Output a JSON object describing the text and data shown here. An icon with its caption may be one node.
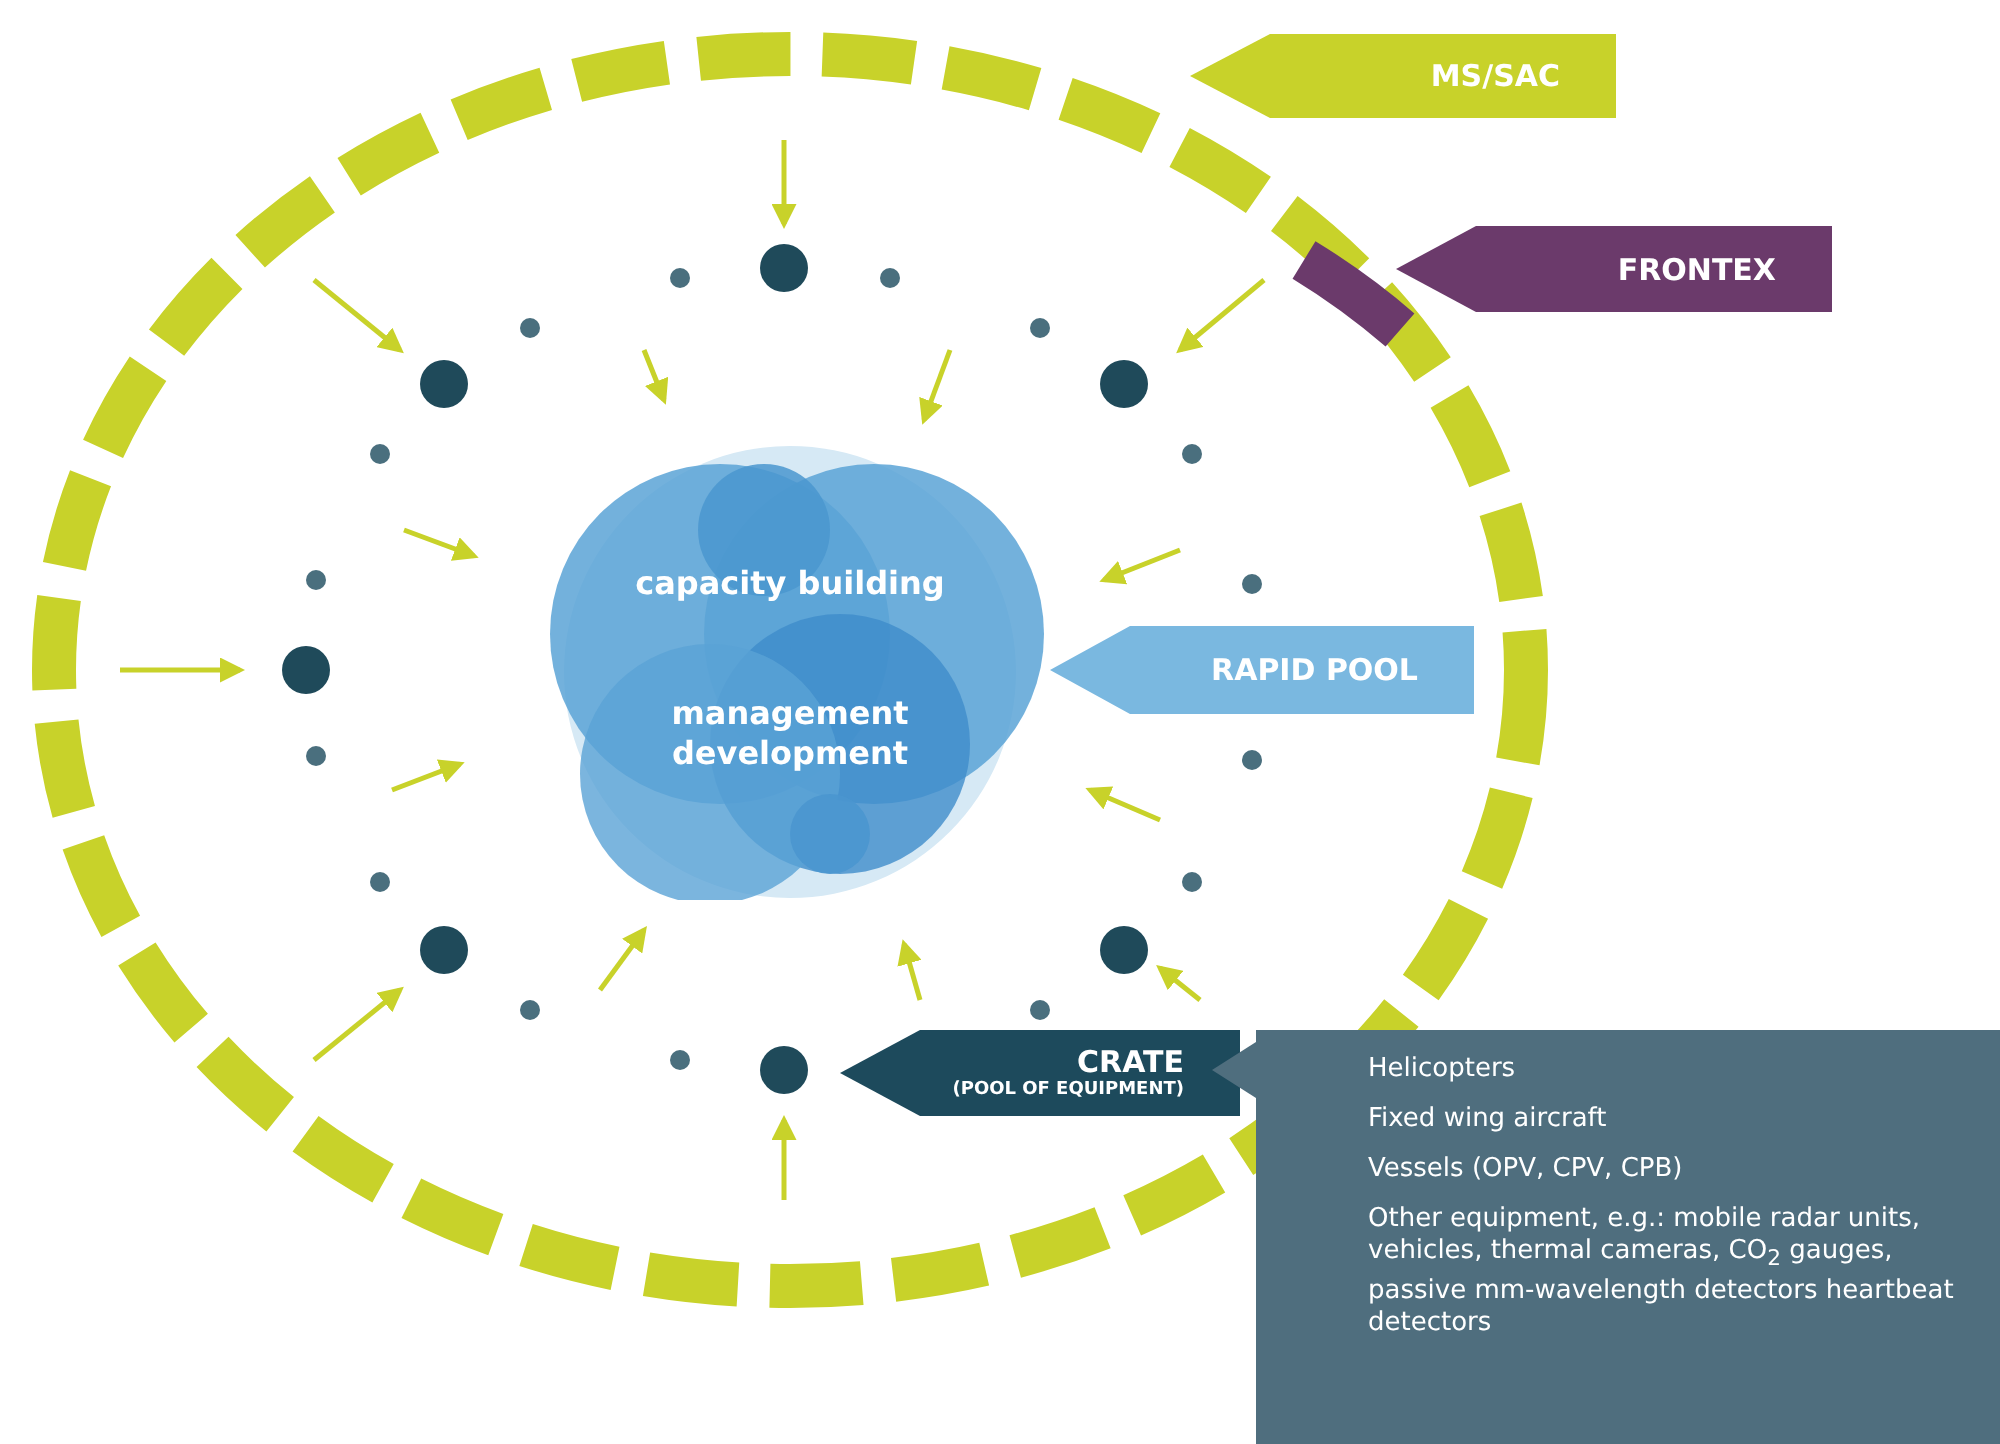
{
  "diagram": {
    "nodes": [
      {
        "text": [
          "MS/SAC"
        ]
      },
      {
        "text": [
          "FRONTEX"
        ]
      },
      {
        "text": [
          "capacity building",
          "management development"
        ]
      },
      {
        "text": [
          "RAPID POOL"
        ]
      },
      {
        "text": [
          "CRATE",
          "(POOL OF EQUIPMENT)"
        ]
      },
      {
        "text": [
          "Helicopters",
          "Fixed wing aircraft",
          "Vessels (OPV, CPV, CPB)",
          "Other equipment, e.g.: mobile radar units, vehicles, thermal cameras, CO$_{2}$ gauges, passive mm-wavelength detectors heartbeat detectors"
        ]
      }
    ]
  }
}
